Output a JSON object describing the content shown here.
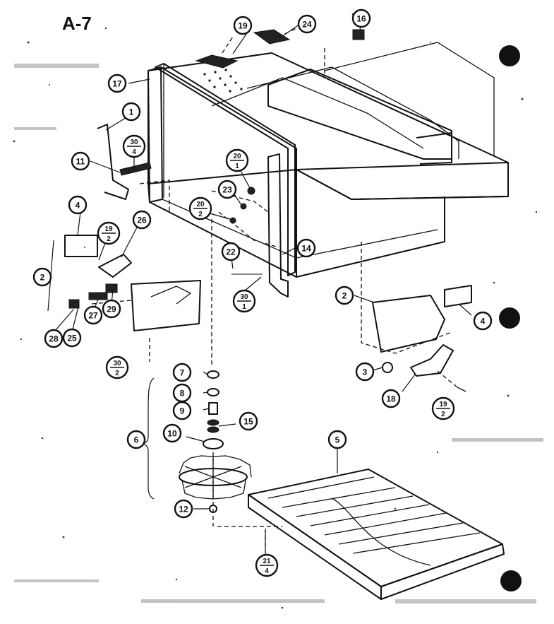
{
  "diagram": {
    "page_label": "A-7",
    "callouts": [
      {
        "id": "c17",
        "label": "17"
      },
      {
        "id": "c19a",
        "label": "19"
      },
      {
        "id": "c24",
        "label": "24"
      },
      {
        "id": "c16",
        "label": "16"
      },
      {
        "id": "c1",
        "label": "1"
      },
      {
        "id": "c30-4",
        "num": "30",
        "den": "4"
      },
      {
        "id": "c11",
        "label": "11"
      },
      {
        "id": "c20-1",
        "num": "20",
        "den": "1"
      },
      {
        "id": "c23",
        "label": "23"
      },
      {
        "id": "c20-2",
        "num": "20",
        "den": "2"
      },
      {
        "id": "c4a",
        "label": "4"
      },
      {
        "id": "c19-2a",
        "num": "19",
        "den": "2"
      },
      {
        "id": "c26",
        "label": "26"
      },
      {
        "id": "c22",
        "label": "22"
      },
      {
        "id": "c14",
        "label": "14"
      },
      {
        "id": "c2a",
        "label": "2"
      },
      {
        "id": "c30-1",
        "num": "30",
        "den": "1"
      },
      {
        "id": "c27",
        "label": "27"
      },
      {
        "id": "c28",
        "label": "28"
      },
      {
        "id": "c29",
        "label": "29"
      },
      {
        "id": "c25",
        "label": "25"
      },
      {
        "id": "c2b",
        "label": "2"
      },
      {
        "id": "c4b",
        "label": "4"
      },
      {
        "id": "c30-2",
        "num": "30",
        "den": "2"
      },
      {
        "id": "c7",
        "label": "7"
      },
      {
        "id": "c8",
        "label": "8"
      },
      {
        "id": "c9",
        "label": "9"
      },
      {
        "id": "c15",
        "label": "15"
      },
      {
        "id": "c10",
        "label": "10"
      },
      {
        "id": "c3",
        "label": "3"
      },
      {
        "id": "c18",
        "label": "18"
      },
      {
        "id": "c19-2b",
        "num": "19",
        "den": "2"
      },
      {
        "id": "c6",
        "label": "6"
      },
      {
        "id": "c5",
        "label": "5"
      },
      {
        "id": "c12",
        "label": "12"
      },
      {
        "id": "c21-4",
        "num": "21",
        "den": "4"
      }
    ]
  }
}
